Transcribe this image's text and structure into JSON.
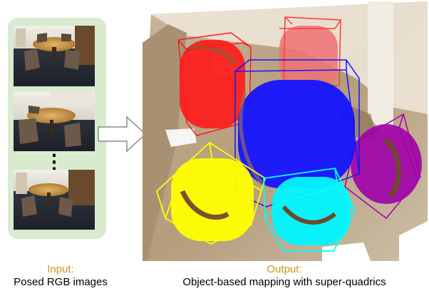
{
  "captions": {
    "input": {
      "heading": "Input:",
      "body": "Posed RGB images"
    },
    "output": {
      "heading": "Output:",
      "body": "Object-based mapping with super-quadrics"
    }
  },
  "colors": {
    "caption_heading": "#c49a1e",
    "input_panel": "#d8ebcf",
    "arrow": "#8a8a8a",
    "superquadric_red": "#ff1a1a",
    "superquadric_pink": "#f07272",
    "superquadric_blue": "#1414ff",
    "superquadric_yellow": "#ffff00",
    "superquadric_cyan": "#00ffff",
    "superquadric_purple": "#a000a8"
  },
  "input_images": [
    "office-photo",
    "office-photo",
    "office-photo"
  ],
  "ellipsis": "⋮"
}
